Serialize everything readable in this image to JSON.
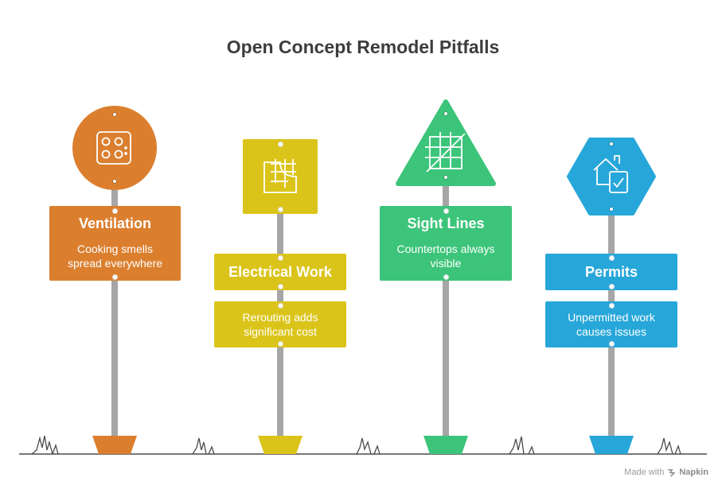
{
  "title": "Open Concept Remodel Pitfalls",
  "signs": [
    {
      "title": "Ventilation",
      "desc": "Cooking smells spread everywhere",
      "color": "#db7f2f",
      "icon": "stove-icon",
      "shape": "circle"
    },
    {
      "title": "Electrical Work",
      "desc": "Rerouting adds significant cost",
      "color": "#dbc41a",
      "icon": "floorplan-grid-icon",
      "shape": "square"
    },
    {
      "title": "Sight Lines",
      "desc": "Countertops always visible",
      "color": "#3cc47a",
      "icon": "crossed-grid-icon",
      "shape": "triangle"
    },
    {
      "title": "Permits",
      "desc": "Unpermitted work causes issues",
      "color": "#27a7d9",
      "icon": "house-check-icon",
      "shape": "hexagon"
    }
  ],
  "footer": {
    "made_with": "Made with",
    "brand": "Napkin"
  }
}
